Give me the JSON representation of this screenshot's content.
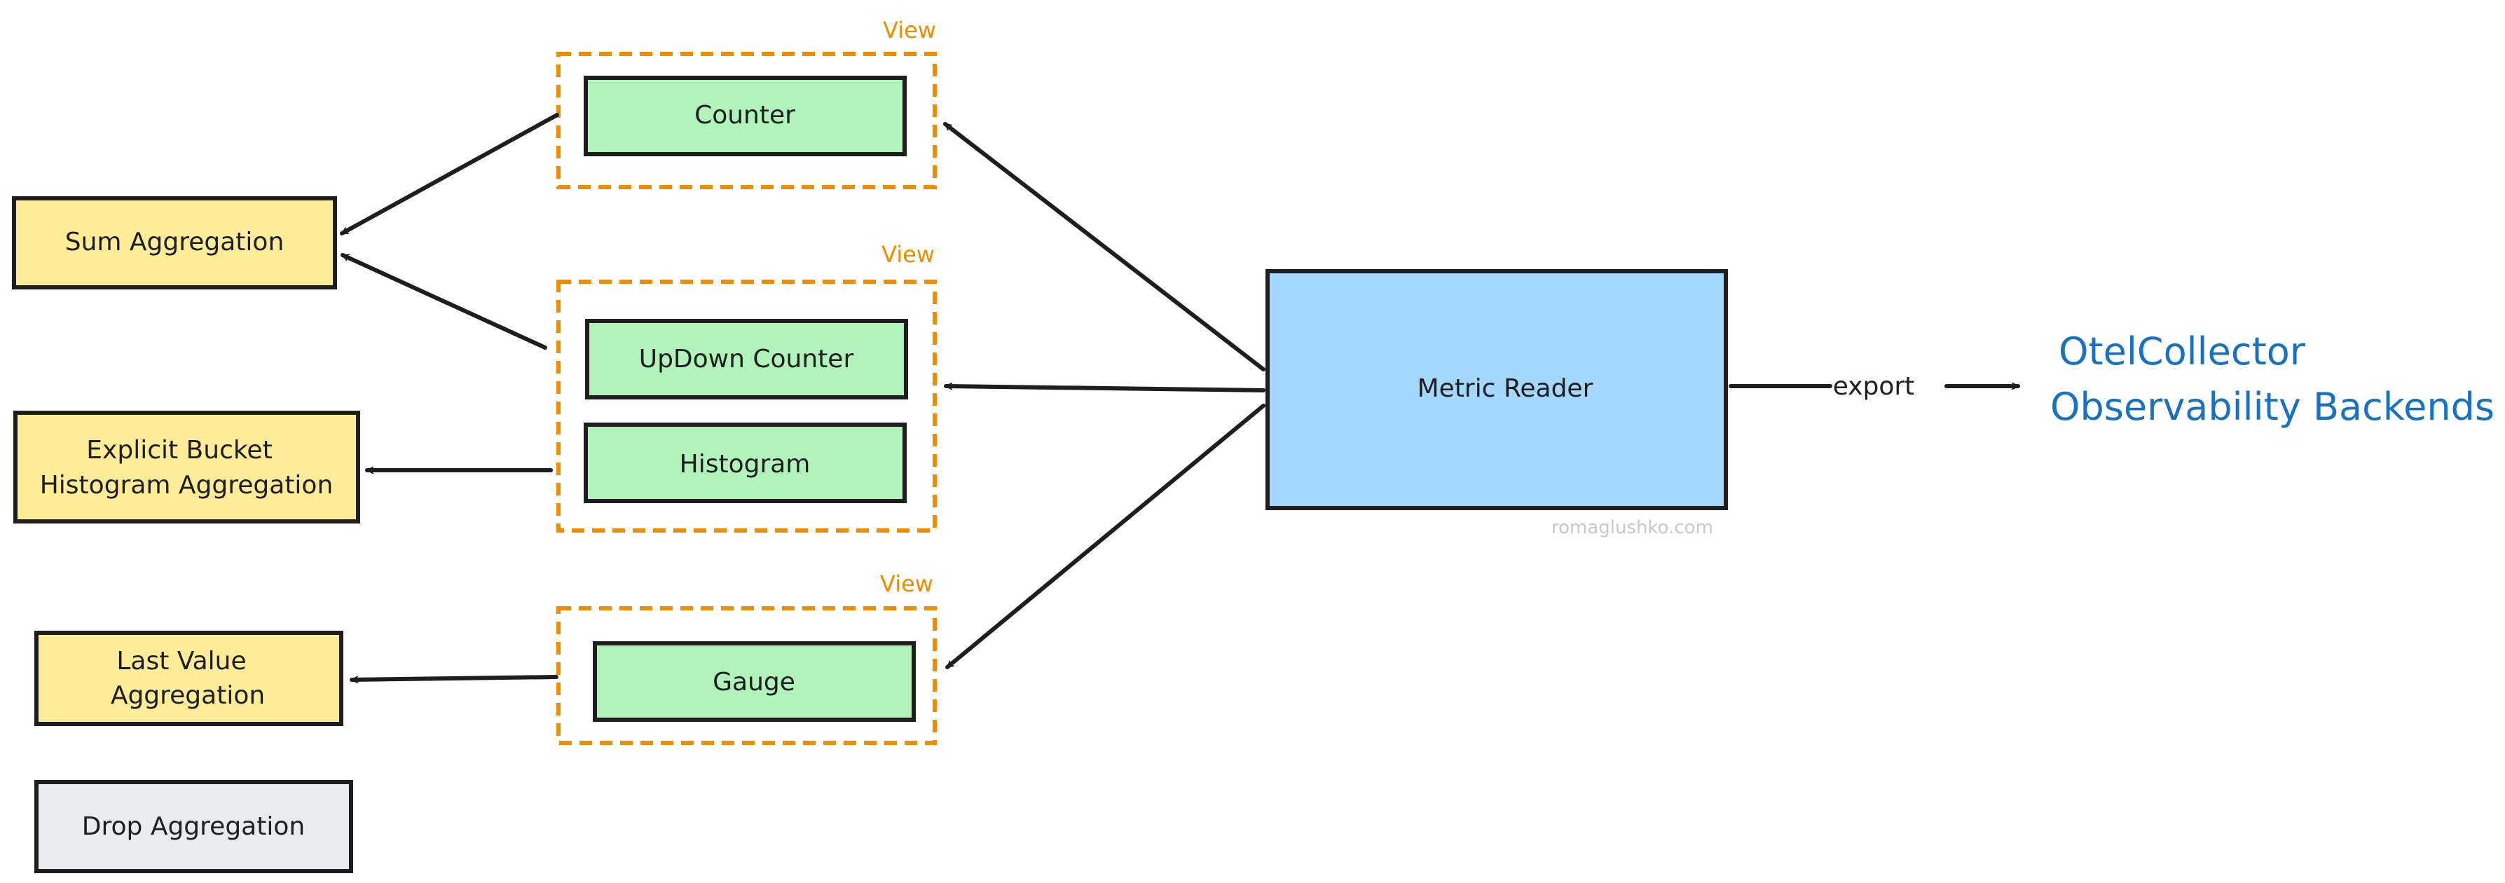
{
  "colors": {
    "stroke": "#1e1e1e",
    "view_border": "#f08c00",
    "instrument_fill": "#b2f2bb",
    "aggregation_fill": "#ffec99",
    "drop_fill": "#e9ecef",
    "reader_fill": "#a5d8ff",
    "backend_text": "#1971c2",
    "watermark": "#c8c8c8"
  },
  "views": [
    {
      "label": "View",
      "instruments": [
        "Counter"
      ]
    },
    {
      "label": "View",
      "instruments": [
        "UpDown Counter",
        "Histogram"
      ]
    },
    {
      "label": "View",
      "instruments": [
        "Gauge"
      ]
    }
  ],
  "aggregations": {
    "sum": "Sum Aggregation",
    "explicit_bucket": [
      "Explicit Bucket",
      "Histogram Aggregation"
    ],
    "last_value": [
      "Last Value",
      "Aggregation"
    ],
    "drop": "Drop Aggregation"
  },
  "reader": {
    "label": "Metric Reader"
  },
  "export_label": "export",
  "backends": [
    "OtelCollector",
    "Observability Backends"
  ],
  "watermark": "romaglushko.com"
}
